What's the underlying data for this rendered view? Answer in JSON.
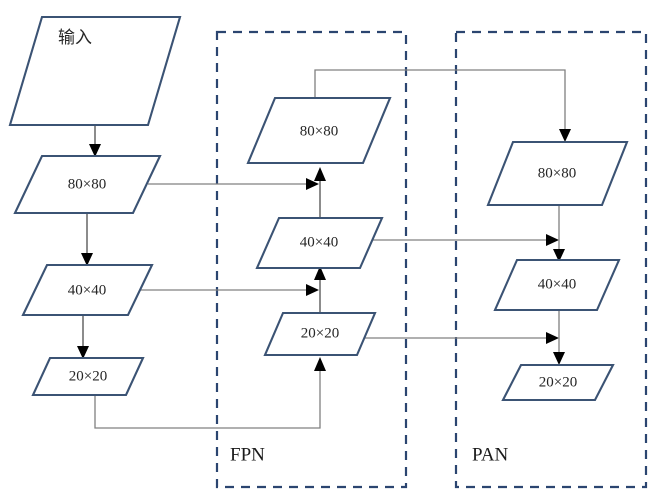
{
  "diagram": {
    "title": "FPN-PAN feature pyramid diagram",
    "colors": {
      "node_stroke": "#3b5374",
      "node_fill": "#ffffff",
      "group_stroke": "#2b4570",
      "connector": "#808080",
      "arrow": "#000000",
      "text": "#262626"
    },
    "backbone": {
      "name": "backbone-column",
      "nodes": [
        {
          "id": "input",
          "label": "输入"
        },
        {
          "id": "backbone-80",
          "label": "80×80"
        },
        {
          "id": "backbone-40",
          "label": "40×40"
        },
        {
          "id": "backbone-20",
          "label": "20×20"
        }
      ]
    },
    "fpn": {
      "label": "FPN",
      "nodes": [
        {
          "id": "fpn-80",
          "label": "80×80"
        },
        {
          "id": "fpn-40",
          "label": "40×40"
        },
        {
          "id": "fpn-20",
          "label": "20×20"
        }
      ]
    },
    "pan": {
      "label": "PAN",
      "nodes": [
        {
          "id": "pan-80",
          "label": "80×80"
        },
        {
          "id": "pan-40",
          "label": "40×40"
        },
        {
          "id": "pan-20",
          "label": "20×20"
        }
      ]
    },
    "connections": [
      {
        "from": "input",
        "to": "backbone-80",
        "kind": "arrow-down"
      },
      {
        "from": "backbone-80",
        "to": "backbone-40",
        "kind": "arrow-down"
      },
      {
        "from": "backbone-40",
        "to": "backbone-20",
        "kind": "arrow-down"
      },
      {
        "from": "backbone-80",
        "to": "fpn-80",
        "kind": "lateral-arrow-right"
      },
      {
        "from": "backbone-40",
        "to": "fpn-40",
        "kind": "lateral-arrow-right"
      },
      {
        "from": "backbone-20",
        "to": "fpn-20",
        "kind": "routed-arrow-up"
      },
      {
        "from": "fpn-20",
        "to": "fpn-40",
        "kind": "arrow-up"
      },
      {
        "from": "fpn-40",
        "to": "fpn-80",
        "kind": "arrow-up"
      },
      {
        "from": "fpn-80",
        "to": "pan-80",
        "kind": "routed-arrow-down"
      },
      {
        "from": "fpn-40",
        "to": "pan-40",
        "kind": "lateral-arrow-right"
      },
      {
        "from": "fpn-20",
        "to": "pan-20",
        "kind": "lateral-arrow-right"
      },
      {
        "from": "pan-80",
        "to": "pan-40",
        "kind": "arrow-down"
      },
      {
        "from": "pan-40",
        "to": "pan-20",
        "kind": "arrow-down"
      }
    ]
  }
}
